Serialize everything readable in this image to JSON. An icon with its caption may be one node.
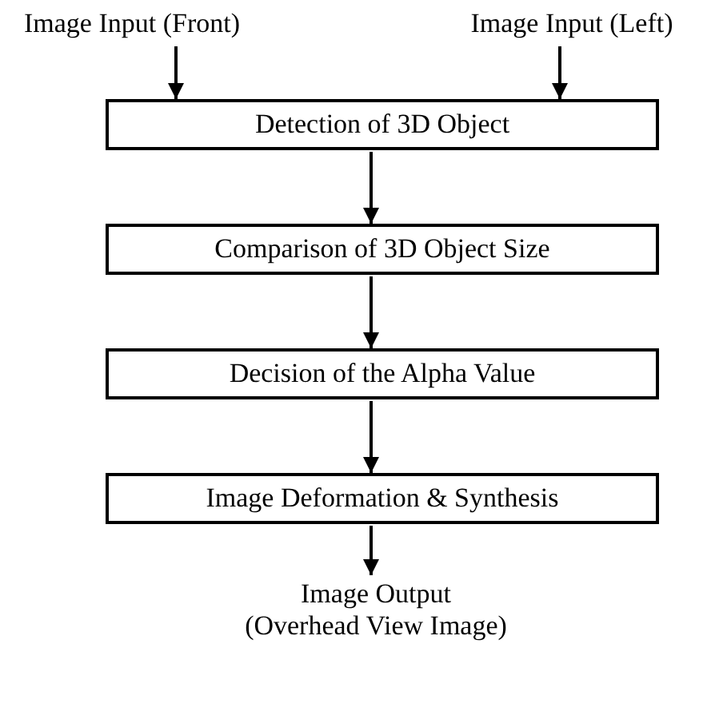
{
  "diagram": {
    "nodes": [
      {
        "text": [
          "Image Input (Front)"
        ]
      },
      {
        "text": [
          "Image Input (Left)"
        ]
      },
      {
        "text": [
          "Detection of 3D Object"
        ]
      },
      {
        "text": [
          "Comparison of 3D Object Size"
        ]
      },
      {
        "text": [
          "Decision of the Alpha Value"
        ]
      },
      {
        "text": [
          "Image Deformation & Synthesis"
        ]
      },
      {
        "text": [
          "Image Output",
          "(Overhead View Image)"
        ]
      }
    ],
    "edges": [
      {
        "from": 0,
        "to": 2,
        "arrow": "to"
      },
      {
        "from": 1,
        "to": 2,
        "arrow": "to"
      },
      {
        "from": 2,
        "to": 3,
        "arrow": "to"
      },
      {
        "from": 3,
        "to": 4,
        "arrow": "to"
      },
      {
        "from": 4,
        "to": 5,
        "arrow": "to"
      },
      {
        "from": 5,
        "to": 6,
        "arrow": "to"
      }
    ]
  }
}
